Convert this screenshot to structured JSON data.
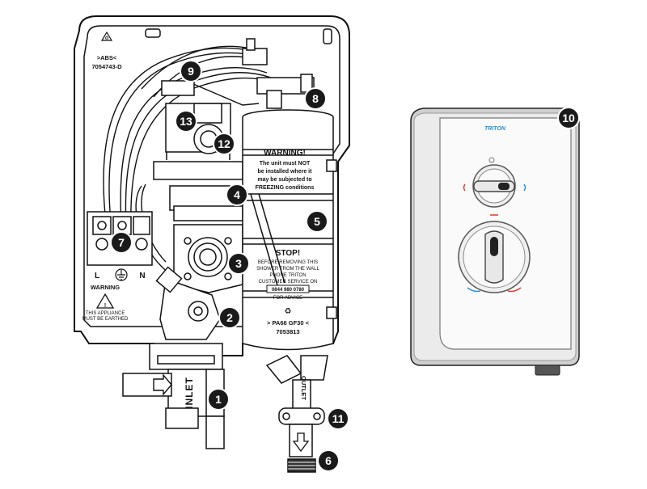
{
  "callouts": [
    {
      "num": "1"
    },
    {
      "num": "2"
    },
    {
      "num": "3"
    },
    {
      "num": "4"
    },
    {
      "num": "5"
    },
    {
      "num": "6"
    },
    {
      "num": "7"
    },
    {
      "num": "8"
    },
    {
      "num": "9"
    },
    {
      "num": "10"
    },
    {
      "num": "11"
    },
    {
      "num": "12"
    },
    {
      "num": "13"
    }
  ],
  "labels": {
    "abs_material": ">ABS<",
    "part_code_top": "7054743-D",
    "warning_title": "WARNING!",
    "warning_line1": "The unit must NOT",
    "warning_line2": "be installed where it",
    "warning_line3": "may be subjected to",
    "warning_line4": "FREEZING conditions",
    "stop_title": "STOP!",
    "stop_line1": "BEFORE REMOVING THIS",
    "stop_line2": "SHOWER FROM THE WALL",
    "stop_line3": "PHONE TRITON",
    "stop_line4": "CUSTOMER SERVICE ON",
    "stop_phone": "0844 980 0780",
    "stop_line5": "FOR ADVICE",
    "pa_material": "> PA66 GF30 <",
    "part_code_tank": "7053813",
    "terminal_l": "L",
    "terminal_n": "N",
    "warning_small_title": "WARNING",
    "earthed_line1": "THIS APPLIANCE",
    "earthed_line2": "MUST BE EARTHED",
    "inlet": "INLET",
    "outlet": "OUTLET",
    "brand": "TRITON"
  },
  "colors": {
    "callout_fill": "#1a1a1a",
    "line": "#111111",
    "cover_shadow": "#cfcfcf",
    "cover_face": "#f7f7f7",
    "brand_blue": "#2a8fd6",
    "hot_red": "#e23a2a",
    "cold_blue": "#2a8fd6"
  },
  "icons": [
    "recycle-icon",
    "warning-triangle-icon",
    "earth-icon",
    "arrow-right-icon",
    "arrow-down-icon"
  ]
}
